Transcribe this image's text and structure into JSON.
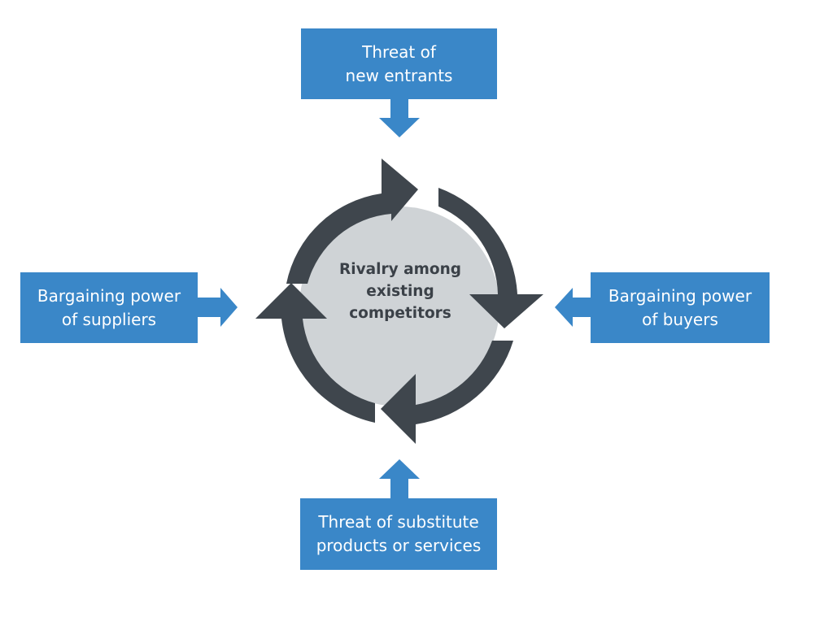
{
  "center": {
    "lines": [
      "Rivalry among",
      "existing",
      "competitors"
    ]
  },
  "forces": {
    "top": {
      "lines": [
        "Threat of",
        "new entrants"
      ]
    },
    "left": {
      "lines": [
        "Bargaining power",
        "of suppliers"
      ]
    },
    "right": {
      "lines": [
        "Bargaining power",
        "of buyers"
      ]
    },
    "bottom": {
      "lines": [
        "Threat of substitute",
        "products or services"
      ]
    }
  },
  "colors": {
    "box_fill": "#3a87c8",
    "arrow_fill": "#3a87c8",
    "cycle_arrow": "#3f464d",
    "center_fill": "#cfd3d6",
    "center_text": "#3b4148"
  },
  "icons": {
    "cycle": "circular-arrows-icon",
    "force_arrow": "block-arrow-icon"
  }
}
